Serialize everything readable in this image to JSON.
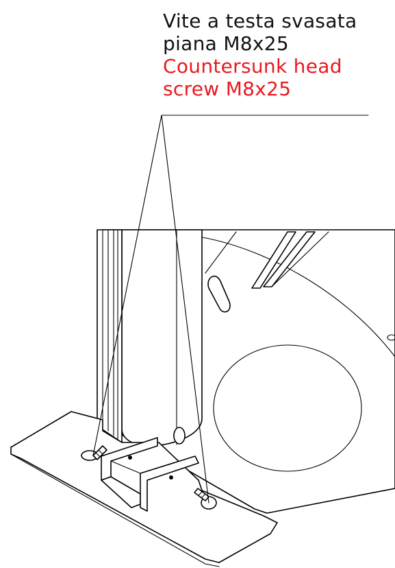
{
  "callout": {
    "italian_line1": "Vite a testa svasata",
    "italian_line2": "piana M8x25",
    "english_line1": "Countersunk head",
    "english_line2": "screw M8x25",
    "italian_color": "#111111",
    "english_color": "#e8191f"
  }
}
